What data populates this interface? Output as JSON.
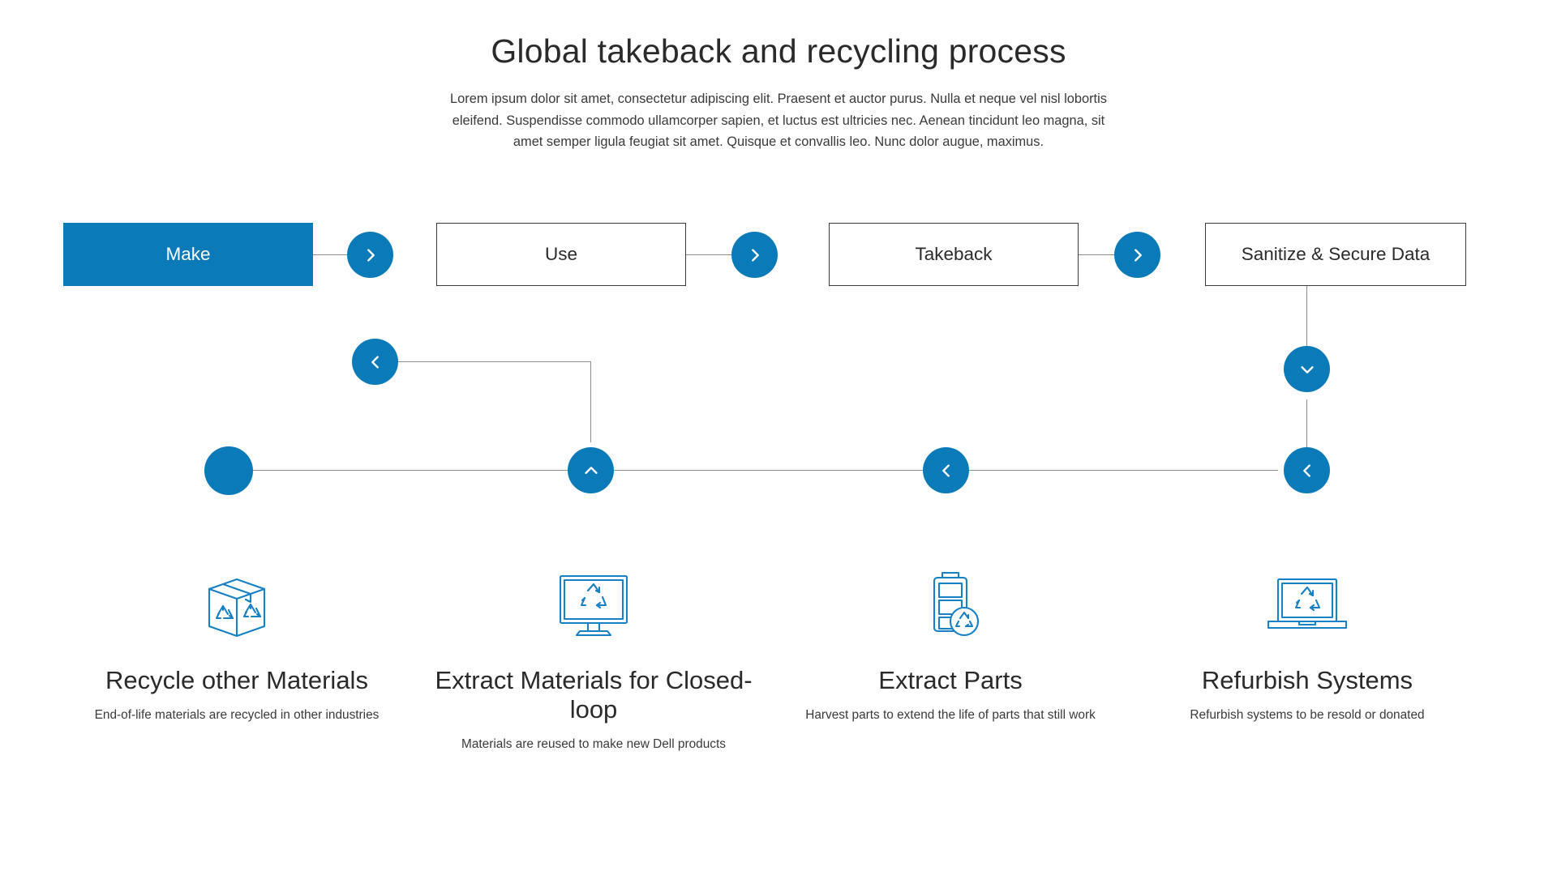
{
  "header": {
    "title": "Global takeback and recycling process",
    "subtitle": "Lorem ipsum dolor sit amet, consectetur adipiscing elit. Praesent et auctor purus. Nulla et neque vel nisl lobortis eleifend. Suspendisse commodo ullamcorper sapien, et luctus est ultricies nec. Aenean tincidunt leo magna, sit amet semper ligula feugiat sit amet. Quisque et convallis leo. Nunc dolor augue, maximus."
  },
  "colors": {
    "accent_blue": "#0b7ab8",
    "box_border": "#3b3b3b",
    "connector_line": "#8d8d8d",
    "text_dark": "#2a2a2a"
  },
  "flow": {
    "steps": [
      {
        "id": "make",
        "label": "Make",
        "style": "filled"
      },
      {
        "id": "use",
        "label": "Use",
        "style": "outline"
      },
      {
        "id": "takeback",
        "label": "Takeback",
        "style": "outline"
      },
      {
        "id": "sanitize",
        "label": "Sanitize & Secure Data",
        "style": "outline"
      }
    ],
    "connectors": [
      {
        "id": "make-to-use",
        "icon": "chevron-right-icon",
        "direction": "right"
      },
      {
        "id": "use-to-takeback",
        "icon": "chevron-right-icon",
        "direction": "right"
      },
      {
        "id": "takeback-to-sanitize",
        "icon": "chevron-right-icon",
        "direction": "right"
      },
      {
        "id": "sanitize-down",
        "icon": "chevron-down-icon",
        "direction": "down"
      },
      {
        "id": "return-left-upper",
        "icon": "chevron-left-icon",
        "direction": "left"
      },
      {
        "id": "return-up",
        "icon": "chevron-up-icon",
        "direction": "up"
      },
      {
        "id": "return-left-middle",
        "icon": "chevron-left-icon",
        "direction": "left"
      },
      {
        "id": "return-left-right-end",
        "icon": "chevron-left-icon",
        "direction": "left"
      },
      {
        "id": "loop-terminus",
        "icon": "solid-circle-icon",
        "direction": "none"
      }
    ]
  },
  "cards": [
    {
      "id": "recycle-other-materials",
      "icon": "recycle-box-icon",
      "title": "Recycle other Materials",
      "desc": "End-of-life materials are recycled in other industries"
    },
    {
      "id": "extract-materials-closed-loop",
      "icon": "recycle-monitor-icon",
      "title": "Extract Materials for Closed-loop",
      "desc": "Materials are reused to make new Dell products"
    },
    {
      "id": "extract-parts",
      "icon": "recycle-battery-icon",
      "title": "Extract Parts",
      "desc": "Harvest parts to extend the life of parts that still work"
    },
    {
      "id": "refurbish-systems",
      "icon": "recycle-laptop-icon",
      "title": "Refurbish Systems",
      "desc": "Refurbish systems to be resold or donated"
    }
  ]
}
